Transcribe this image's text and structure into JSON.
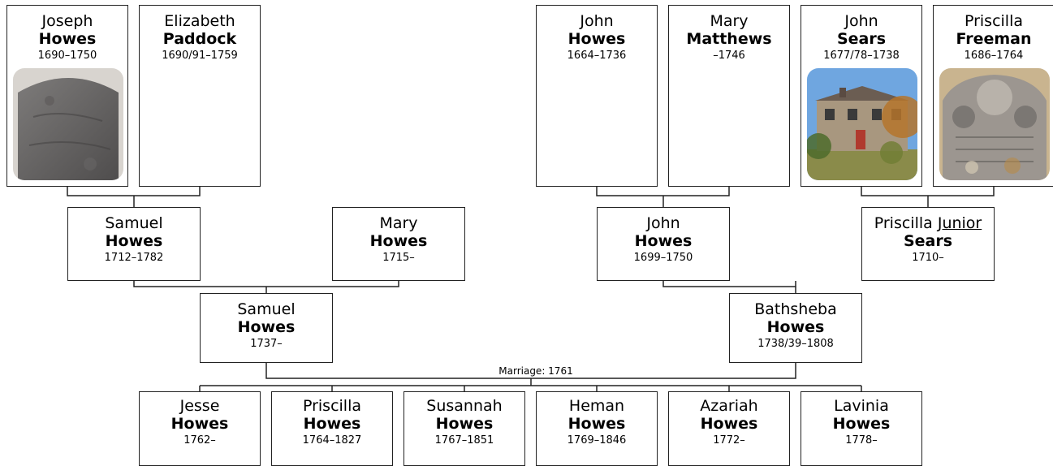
{
  "gen1": [
    {
      "first": "Joseph",
      "last": "Howes",
      "years": "1690–1750",
      "photo": "gravestone"
    },
    {
      "first": "Elizabeth",
      "last": "Paddock",
      "years": "1690/91–1759"
    },
    {
      "first": "John",
      "last": "Howes",
      "years": "1664–1736"
    },
    {
      "first": "Mary",
      "last": "Matthews",
      "years": "–1746"
    },
    {
      "first": "John",
      "last": "Sears",
      "years": "1677/78–1738",
      "photo": "house"
    },
    {
      "first": "Priscilla",
      "last": "Freeman",
      "years": "1686–1764",
      "photo": "gravestone"
    }
  ],
  "gen2": [
    {
      "first": "Samuel",
      "last": "Howes",
      "years": "1712–1782"
    },
    {
      "first": "Mary",
      "last": "Howes",
      "years": "1715–"
    },
    {
      "first": "John",
      "last": "Howes",
      "years": "1699–1750"
    },
    {
      "first": "Priscilla",
      "first_extra": "Junior",
      "last": "Sears",
      "years": "1710–"
    }
  ],
  "gen3": [
    {
      "first": "Samuel",
      "last": "Howes",
      "years": "1737–"
    },
    {
      "first": "Bathsheba",
      "last": "Howes",
      "years": "1738/39–1808"
    }
  ],
  "marriage_label": "Marriage: 1761",
  "children": [
    {
      "first": "Jesse",
      "last": "Howes",
      "years": "1762–"
    },
    {
      "first": "Priscilla",
      "last": "Howes",
      "years": "1764–1827"
    },
    {
      "first": "Susannah",
      "last": "Howes",
      "years": "1767–1851"
    },
    {
      "first": "Heman",
      "last": "Howes",
      "years": "1769–1846"
    },
    {
      "first": "Azariah",
      "last": "Howes",
      "years": "1772–"
    },
    {
      "first": "Lavinia",
      "last": "Howes",
      "years": "1778–"
    }
  ]
}
